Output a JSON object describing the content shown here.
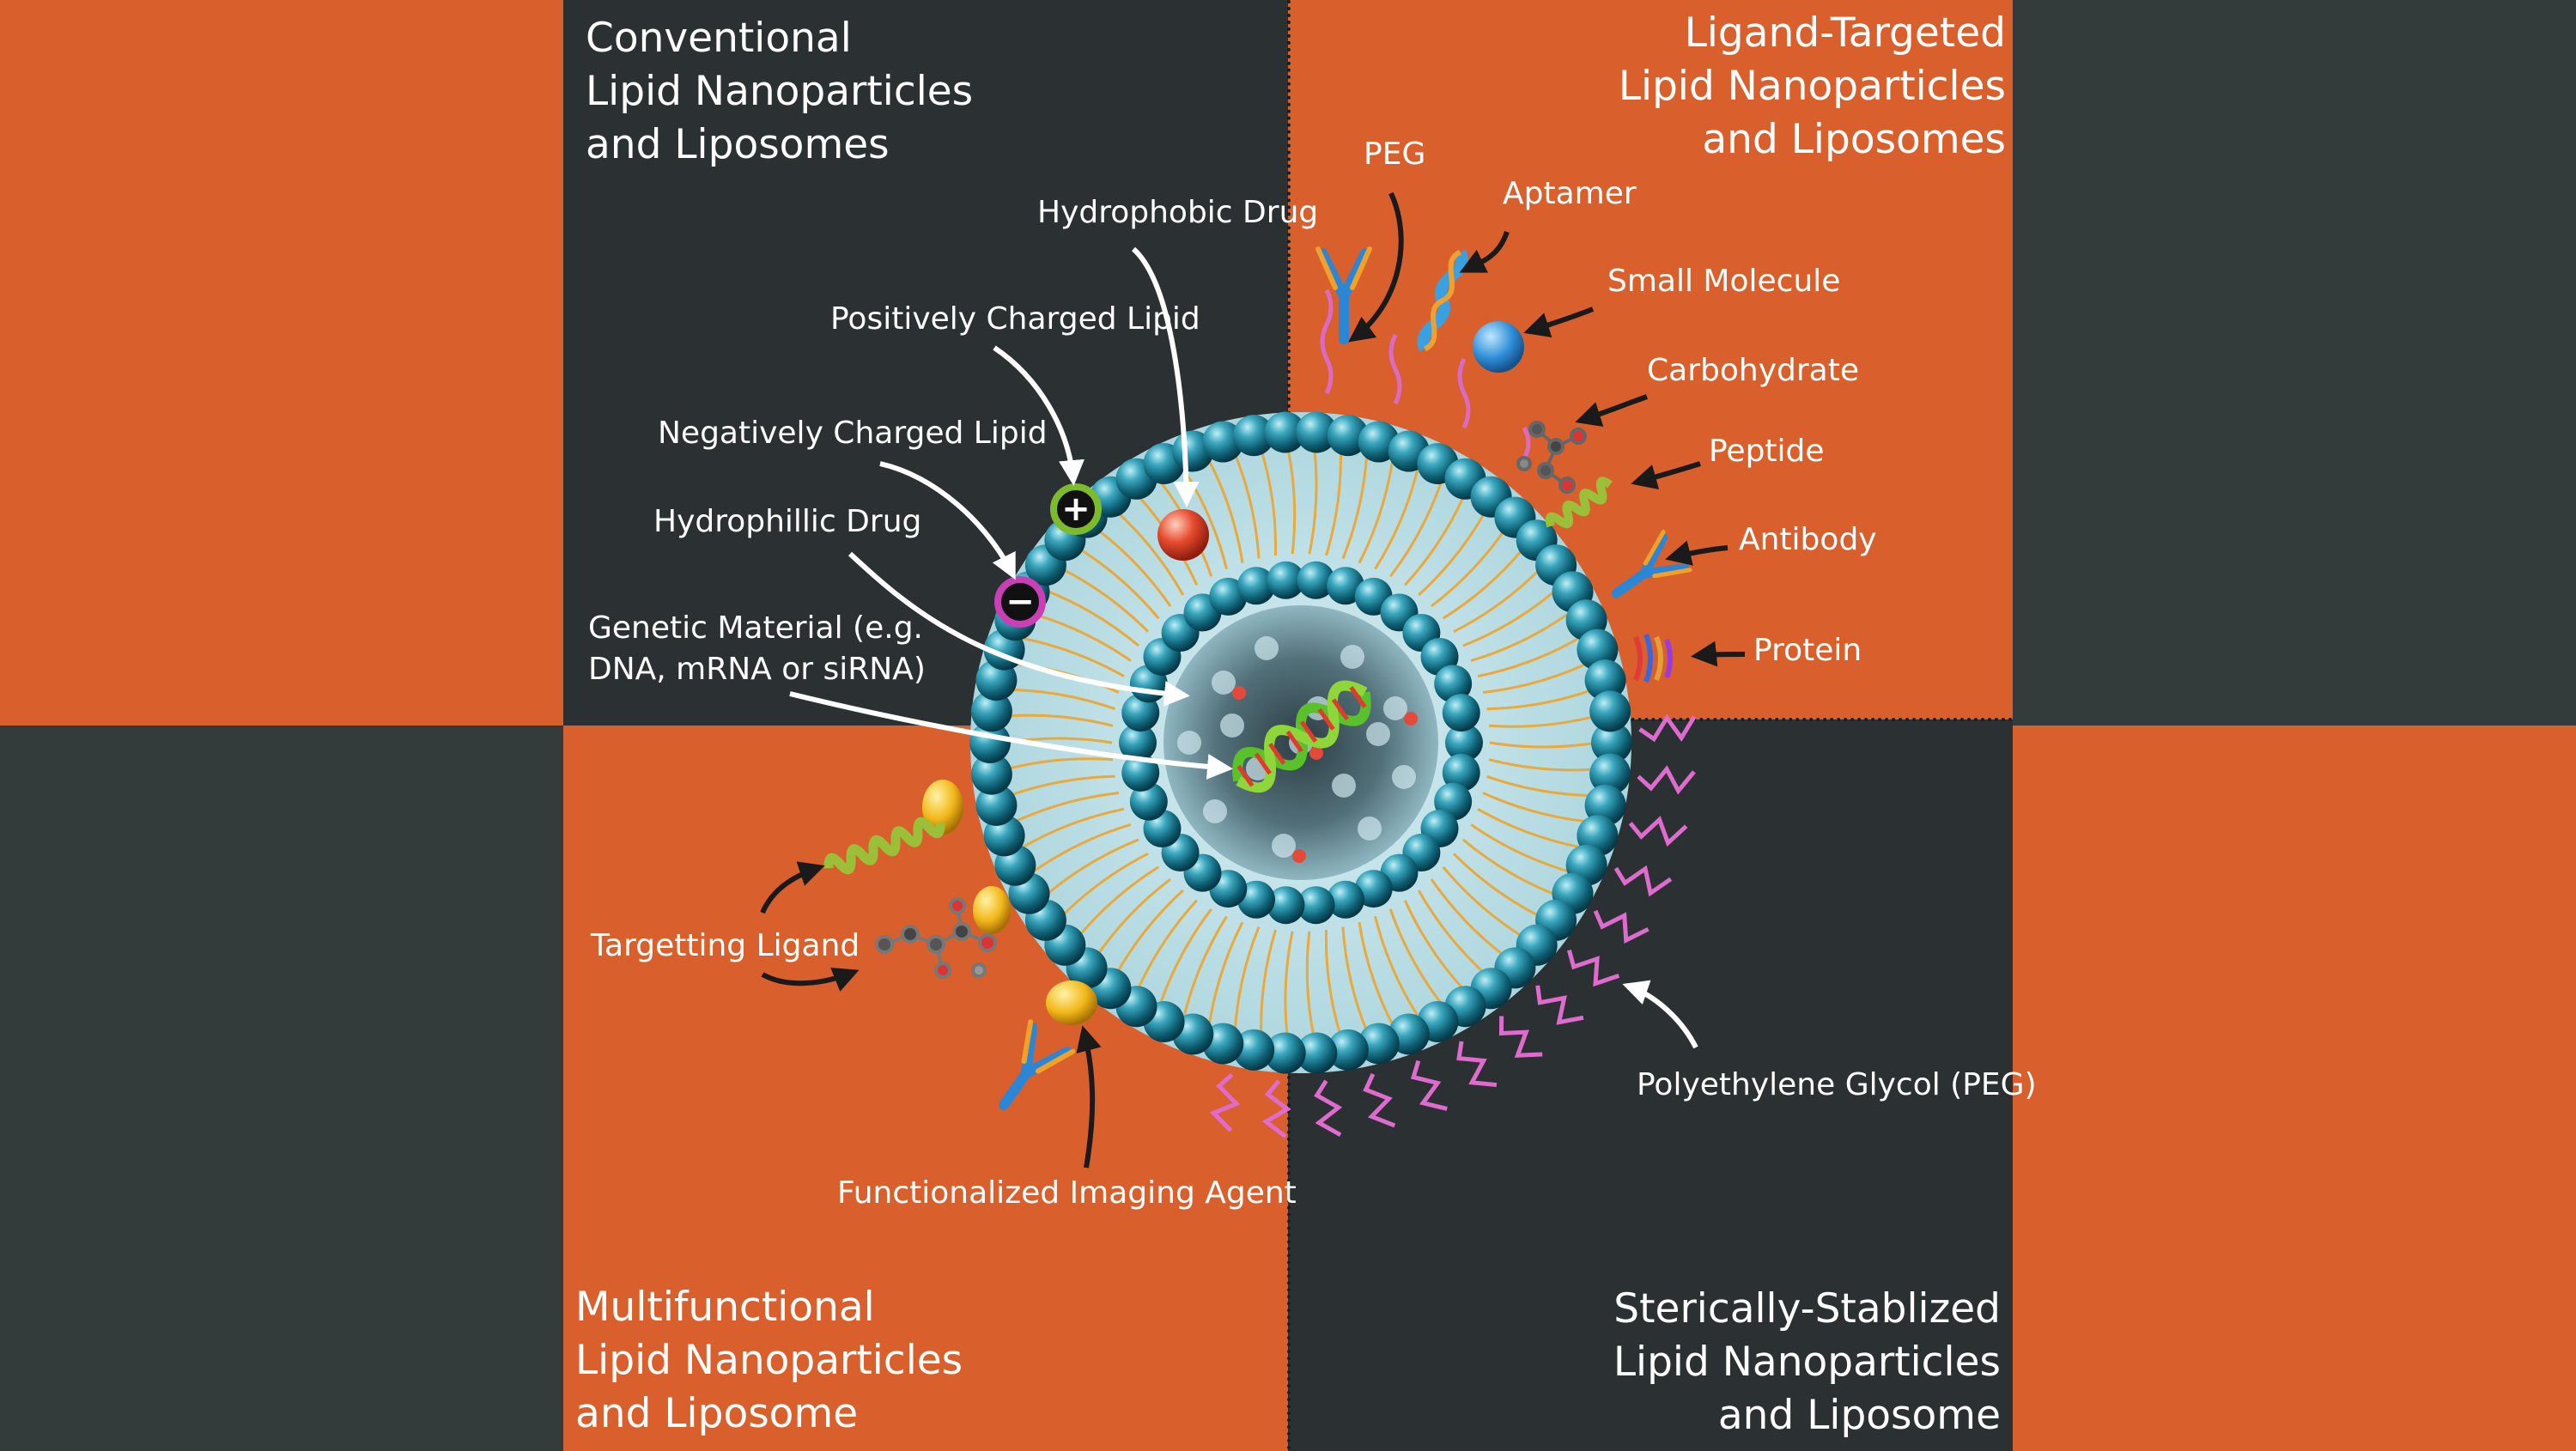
{
  "colors": {
    "orange": "#d9602d",
    "dark": "#2b3033",
    "outer_dark": "#343c3b",
    "lipid_head": "#1e8aa3",
    "tail": "#e9a93c"
  },
  "quadrants": {
    "top_left": {
      "title": [
        "Conventional",
        "Lipid Nanoparticles",
        "and Liposomes"
      ]
    },
    "top_right": {
      "title": [
        "Ligand-Targeted",
        "Lipid Nanoparticles",
        "and Liposomes"
      ]
    },
    "bottom_left": {
      "title": [
        "Multifunctional",
        "Lipid Nanoparticles",
        "and Liposome"
      ]
    },
    "bottom_right": {
      "title": [
        "Sterically-Stablized",
        "Lipid Nanoparticles",
        "and Liposome"
      ]
    }
  },
  "labels": {
    "hydrophobic_drug": "Hydrophobic Drug",
    "positively_charged_lipid": "Positively Charged Lipid",
    "negatively_charged_lipid": "Negatively Charged Lipid",
    "hydrophilic_drug": "Hydrophillic Drug",
    "genetic_material_1": "Genetic Material (e.g.",
    "genetic_material_2": "DNA, mRNA or siRNA)",
    "peg": "PEG",
    "aptamer": "Aptamer",
    "small_molecule": "Small Molecule",
    "carbohydrate": "Carbohydrate",
    "peptide": "Peptide",
    "antibody": "Antibody",
    "protein": "Protein",
    "targetting_ligand": "Targetting Ligand",
    "functionalized_imaging_agent": "Functionalized Imaging Agent",
    "polyethylene_glycol": "Polyethylene Glycol (PEG)"
  },
  "icons": {
    "plus": "+",
    "minus": "−"
  }
}
